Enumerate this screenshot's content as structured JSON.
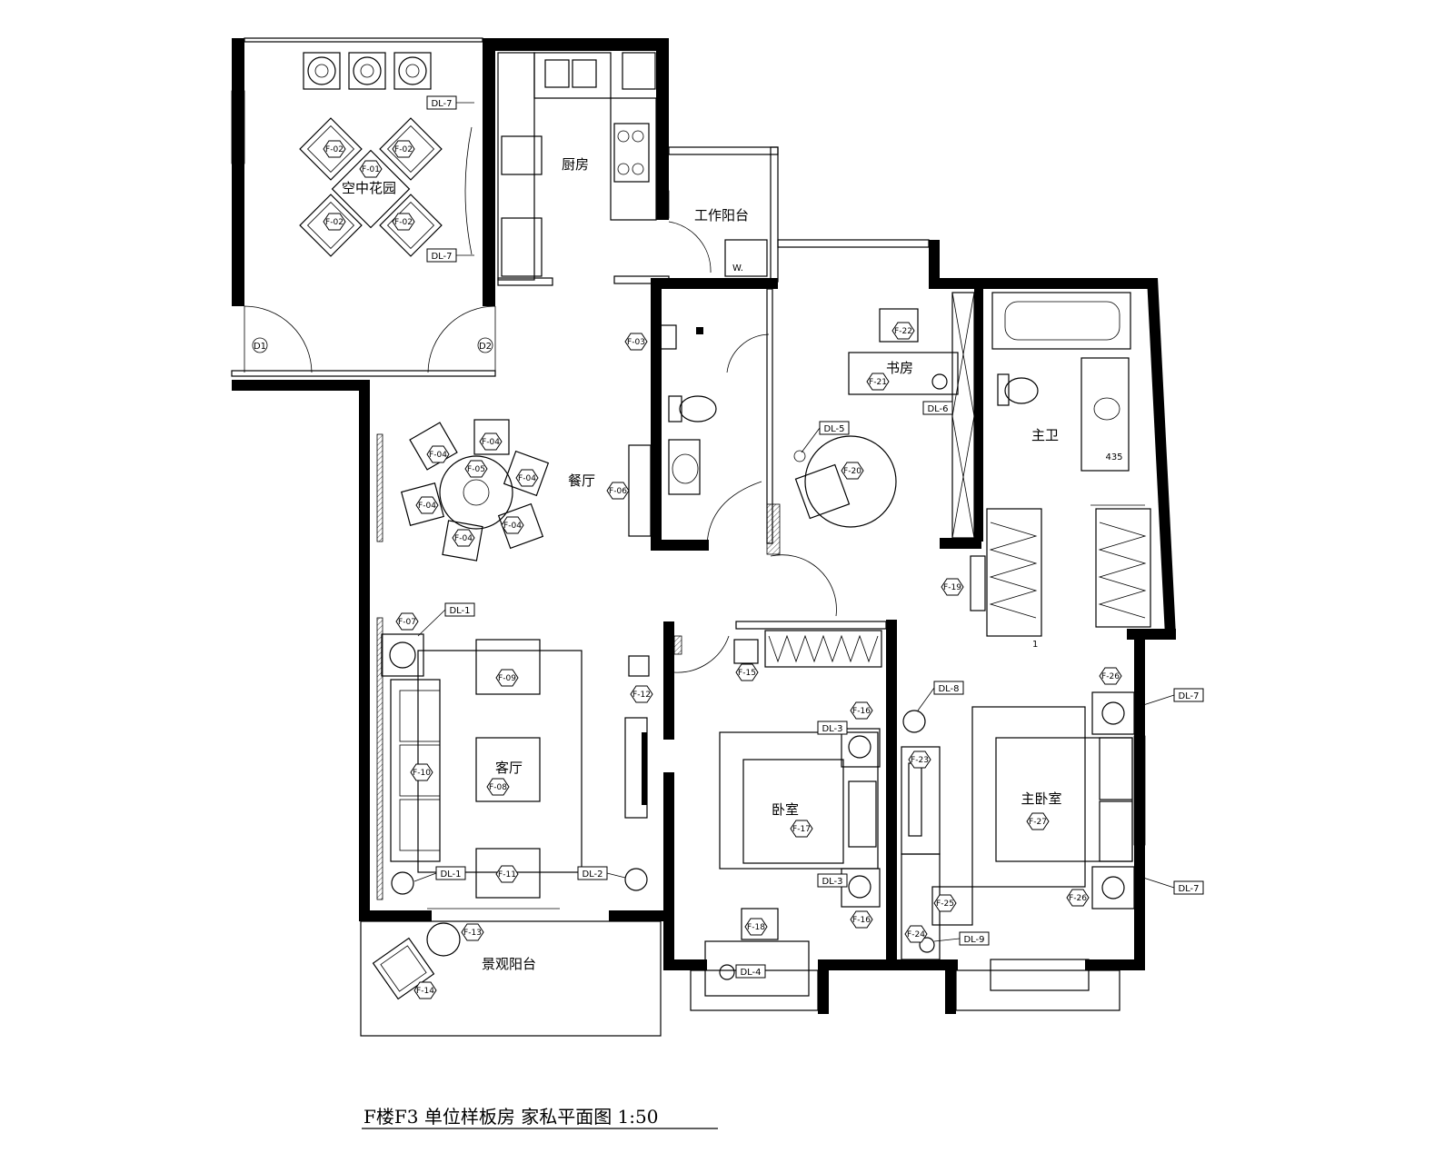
{
  "title": "F楼F3 单位样板房 家私平面图 1:50",
  "rooms": {
    "sky_garden": "空中花园",
    "kitchen": "厨房",
    "work_balcony": "工作阳台",
    "study": "书房",
    "dining": "餐厅",
    "master_bath": "主卫",
    "living": "客厅",
    "bedroom": "卧室",
    "master_bedroom": "主卧室",
    "view_balcony": "景观阳台"
  },
  "door_labels": {
    "d1": "D1",
    "d2": "D2"
  },
  "misc": {
    "washer": "W.",
    "dim_435": "435",
    "marker_one": "1"
  },
  "furniture_tags": {
    "f01": "F-01",
    "f02a": "F-02",
    "f02b": "F-02",
    "f02c": "F-02",
    "f02d": "F-02",
    "f03": "F-03",
    "f04a": "F-04",
    "f04b": "F-04",
    "f04c": "F-04",
    "f04d": "F-04",
    "f04e": "F-04",
    "f04f": "F-04",
    "f05": "F-05",
    "f06": "F-06",
    "f07": "F-07",
    "f08": "F-08",
    "f09": "F-09",
    "f10": "F-10",
    "f11": "F-11",
    "f12": "F-12",
    "f13": "F-13",
    "f14": "F-14",
    "f15": "F-15",
    "f16a": "F-16",
    "f16b": "F-16",
    "f17": "F-17",
    "f18": "F-18",
    "f19": "F-19",
    "f20": "F-20",
    "f21": "F-21",
    "f22": "F-22",
    "f23": "F-23",
    "f24": "F-24",
    "f25": "F-25",
    "f26a": "F-26",
    "f26b": "F-26",
    "f27": "F-27"
  },
  "lamp_tags": {
    "dl1a": "DL-1",
    "dl1b": "DL-1",
    "dl2": "DL-2",
    "dl3a": "DL-3",
    "dl3b": "DL-3",
    "dl4": "DL-4",
    "dl5": "DL-5",
    "dl6": "DL-6",
    "dl7a": "DL-7",
    "dl7b": "DL-7",
    "dl7c": "DL-7",
    "dl7d": "DL-7",
    "dl8": "DL-8",
    "dl9": "DL-9"
  }
}
